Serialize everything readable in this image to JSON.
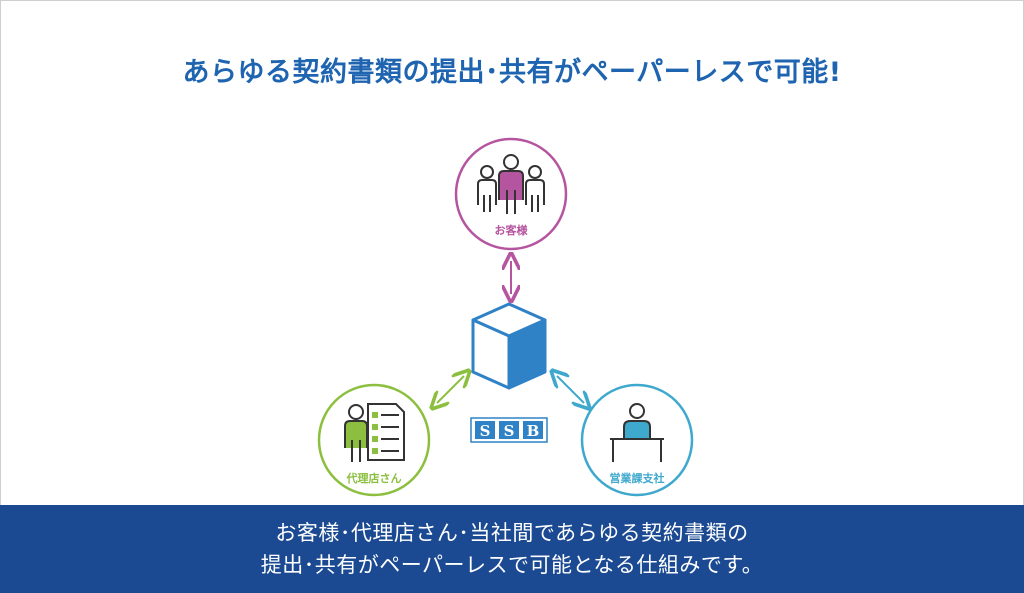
{
  "title": "あらゆる契約書類の提出･共有がペーパーレスで可能!",
  "nodes": {
    "customer": {
      "label": "お客様",
      "color": "#b5559f"
    },
    "agency": {
      "label": "代理店さん",
      "color": "#8cbf3f"
    },
    "sales": {
      "label": "営業課支社",
      "color": "#3ea8cd"
    }
  },
  "center": {
    "logo_letters": [
      "S",
      "S",
      "B"
    ],
    "color": "#2f82c6"
  },
  "banner": {
    "line1": "お客様･代理店さん･当社間であらゆる契約書類の",
    "line2": "提出･共有がペーパーレスで可能となる仕組みです。"
  }
}
